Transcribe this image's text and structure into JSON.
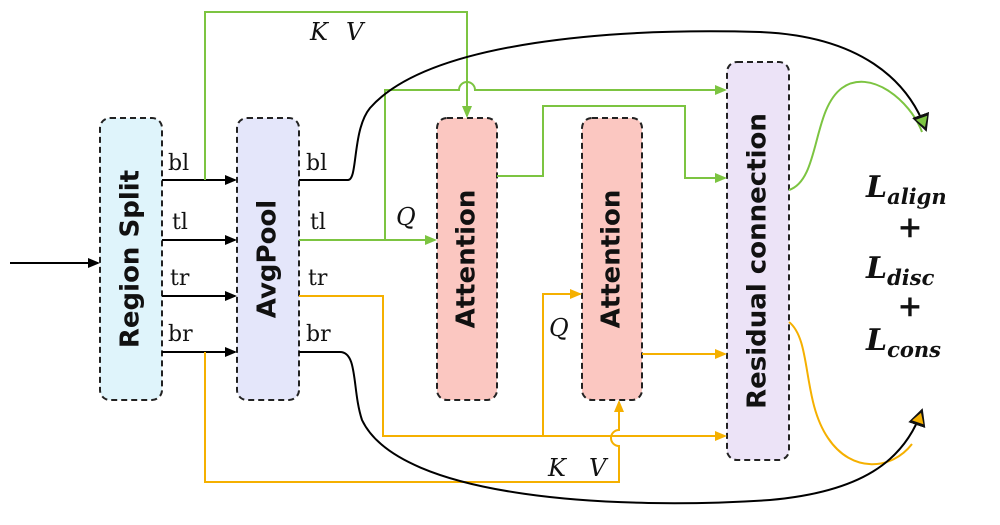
{
  "colors": {
    "green": "#7cc441",
    "orange": "#f5b000",
    "region_split_fill": "#dff4fb",
    "avgpool_fill": "#e4e6fa",
    "attention_fill": "#fbc7c1",
    "residual_fill": "#ece3f7"
  },
  "blocks": {
    "region_split": "Region Split",
    "avgpool": "AvgPool",
    "attention_1": "Attention",
    "attention_2": "Attention",
    "residual": "Residual connection"
  },
  "ports": {
    "split_out": [
      "bl",
      "tl",
      "tr",
      "br"
    ],
    "pool_out": [
      "bl",
      "tl",
      "tr",
      "br"
    ]
  },
  "labels": {
    "kv_top_k": "K",
    "kv_top_v": "V",
    "kv_bottom_k": "K",
    "kv_bottom_v": "V",
    "q_top": "Q",
    "q_bottom": "Q"
  },
  "losses": {
    "align": {
      "base": "L",
      "sub": "align"
    },
    "disc": {
      "base": "L",
      "sub": "disc"
    },
    "cons": {
      "base": "L",
      "sub": "cons"
    },
    "plus_1": "+",
    "plus_2": "+"
  }
}
